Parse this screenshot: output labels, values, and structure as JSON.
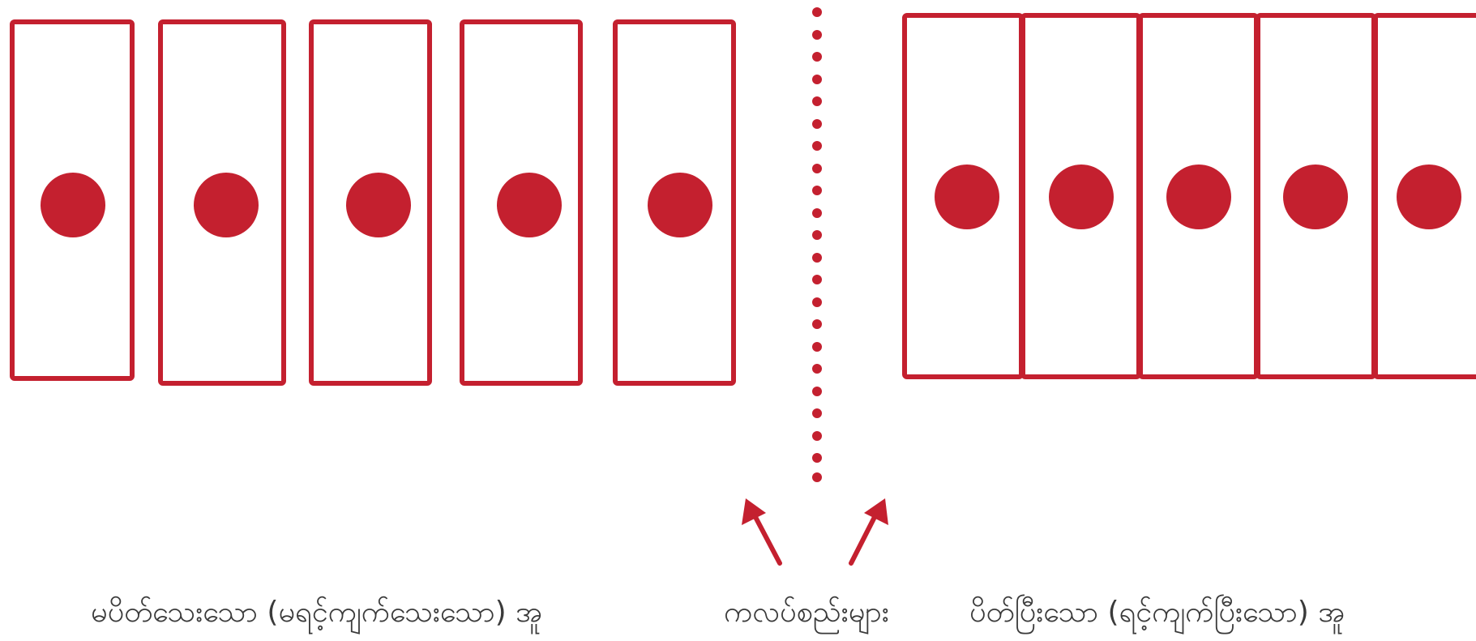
{
  "colors": {
    "accent": "#c4202f",
    "text": "#3a3a3a",
    "background": "#ffffff"
  },
  "labels": {
    "open_sample": "မပိတ်သေးသော (မရင့်ကျက်သေးသော) အူ",
    "valves": "ကလပ်စည်းများ",
    "closed_sample": "ပိတ်ပြီးသော (ရင့်ကျက်ပြီးသော) အူ"
  },
  "groups": [
    {
      "name": "open",
      "cell_count": 5,
      "cells_touching": false
    },
    {
      "name": "closed",
      "cell_count": 5,
      "cells_touching": true
    }
  ]
}
